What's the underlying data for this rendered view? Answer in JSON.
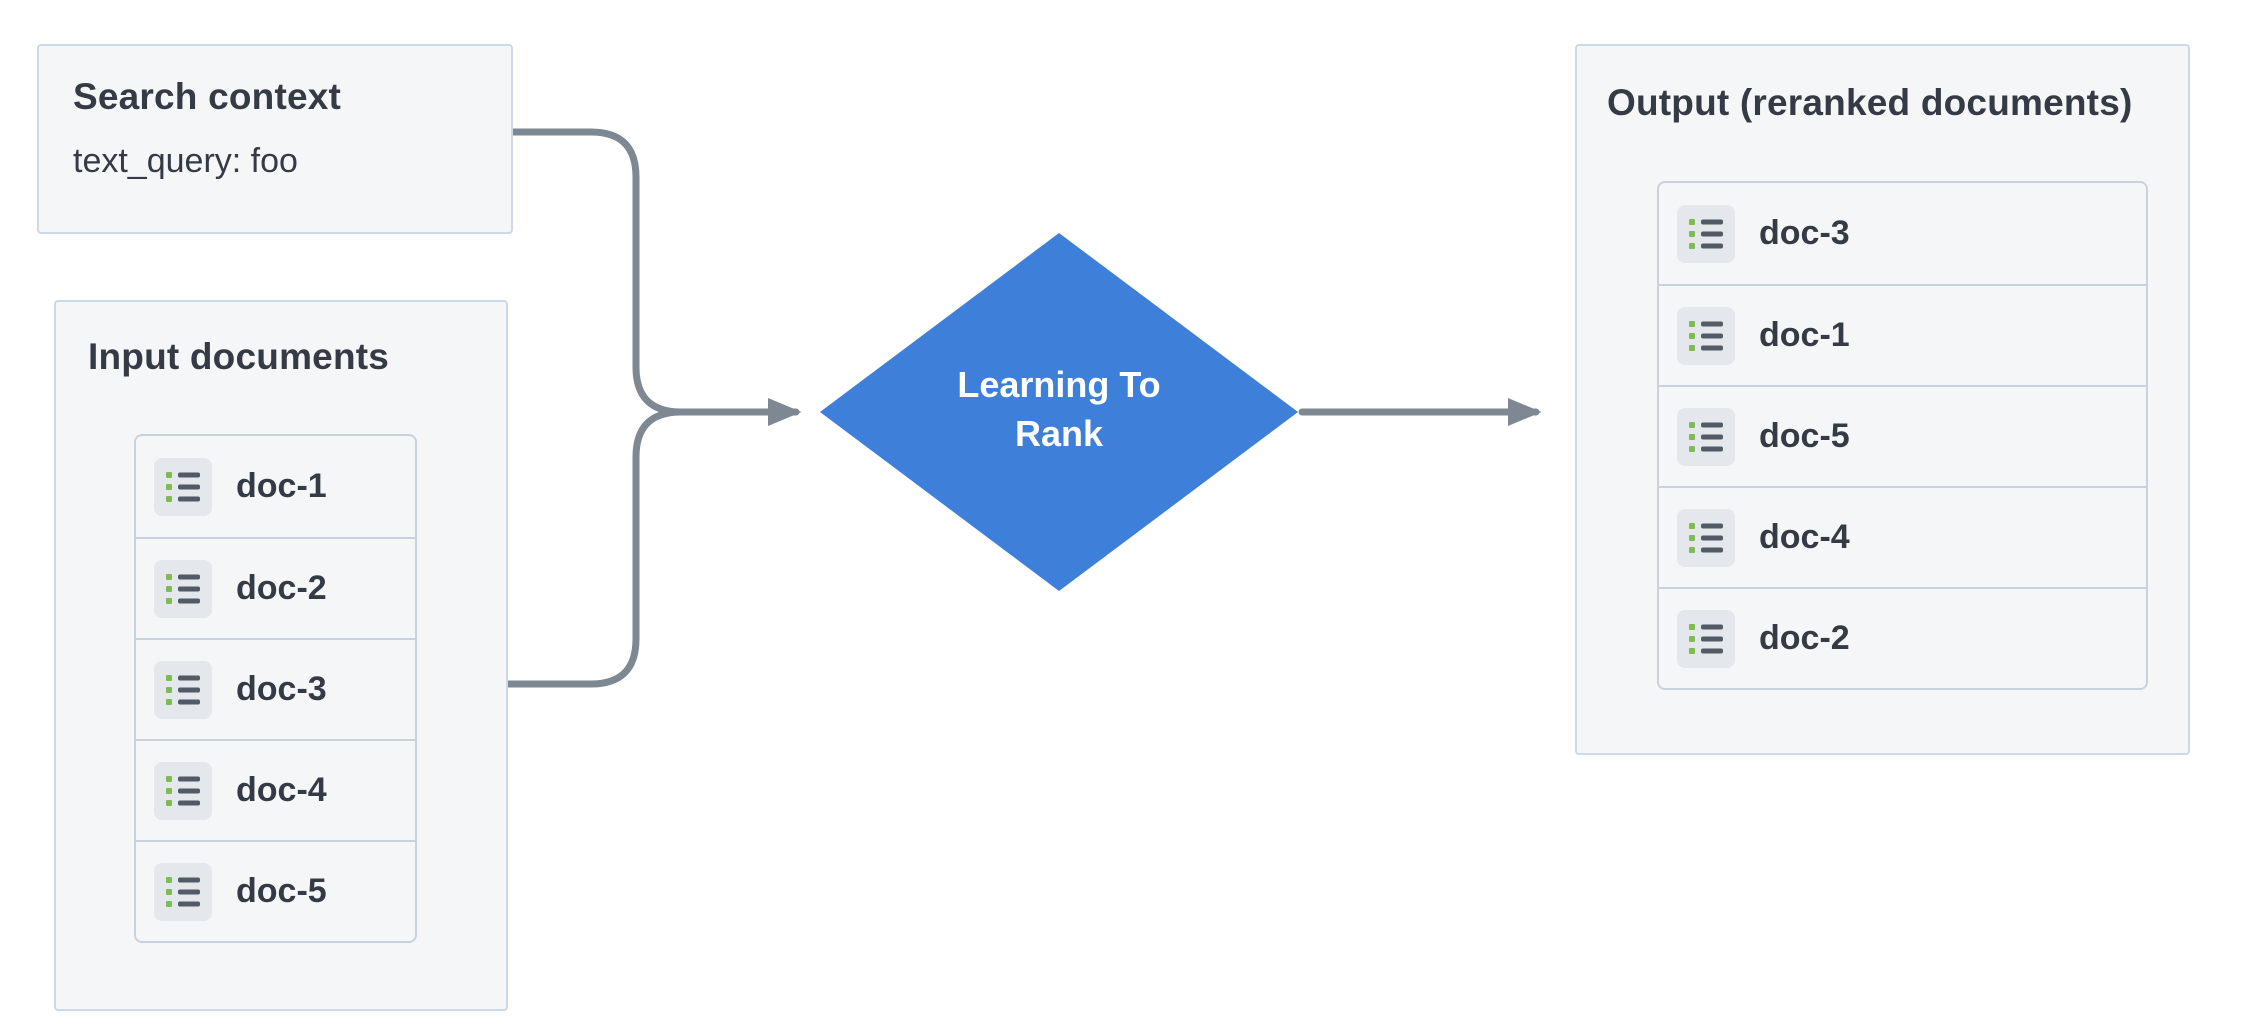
{
  "diagram": {
    "search_context": {
      "title": "Search context",
      "query_line": "text_query: foo"
    },
    "input_documents": {
      "title": "Input documents",
      "items": [
        "doc-1",
        "doc-2",
        "doc-3",
        "doc-4",
        "doc-5"
      ]
    },
    "ltr_node": {
      "label": "Learning To Rank"
    },
    "output": {
      "title": "Output (reranked documents)",
      "items": [
        "doc-3",
        "doc-1",
        "doc-5",
        "doc-4",
        "doc-2"
      ]
    }
  },
  "colors": {
    "panel-bg": "#f5f6f8",
    "panel-border": "#cdd9e5",
    "list-border": "#c9d2dc",
    "text": "#353b44",
    "diamond": "#3d7fd9",
    "diamond-text": "#ffffff",
    "arrow": "#7e8893",
    "icon-bg": "#e4e7eb",
    "icon-line": "#525a66",
    "icon-bullet": "#7dbb53"
  }
}
